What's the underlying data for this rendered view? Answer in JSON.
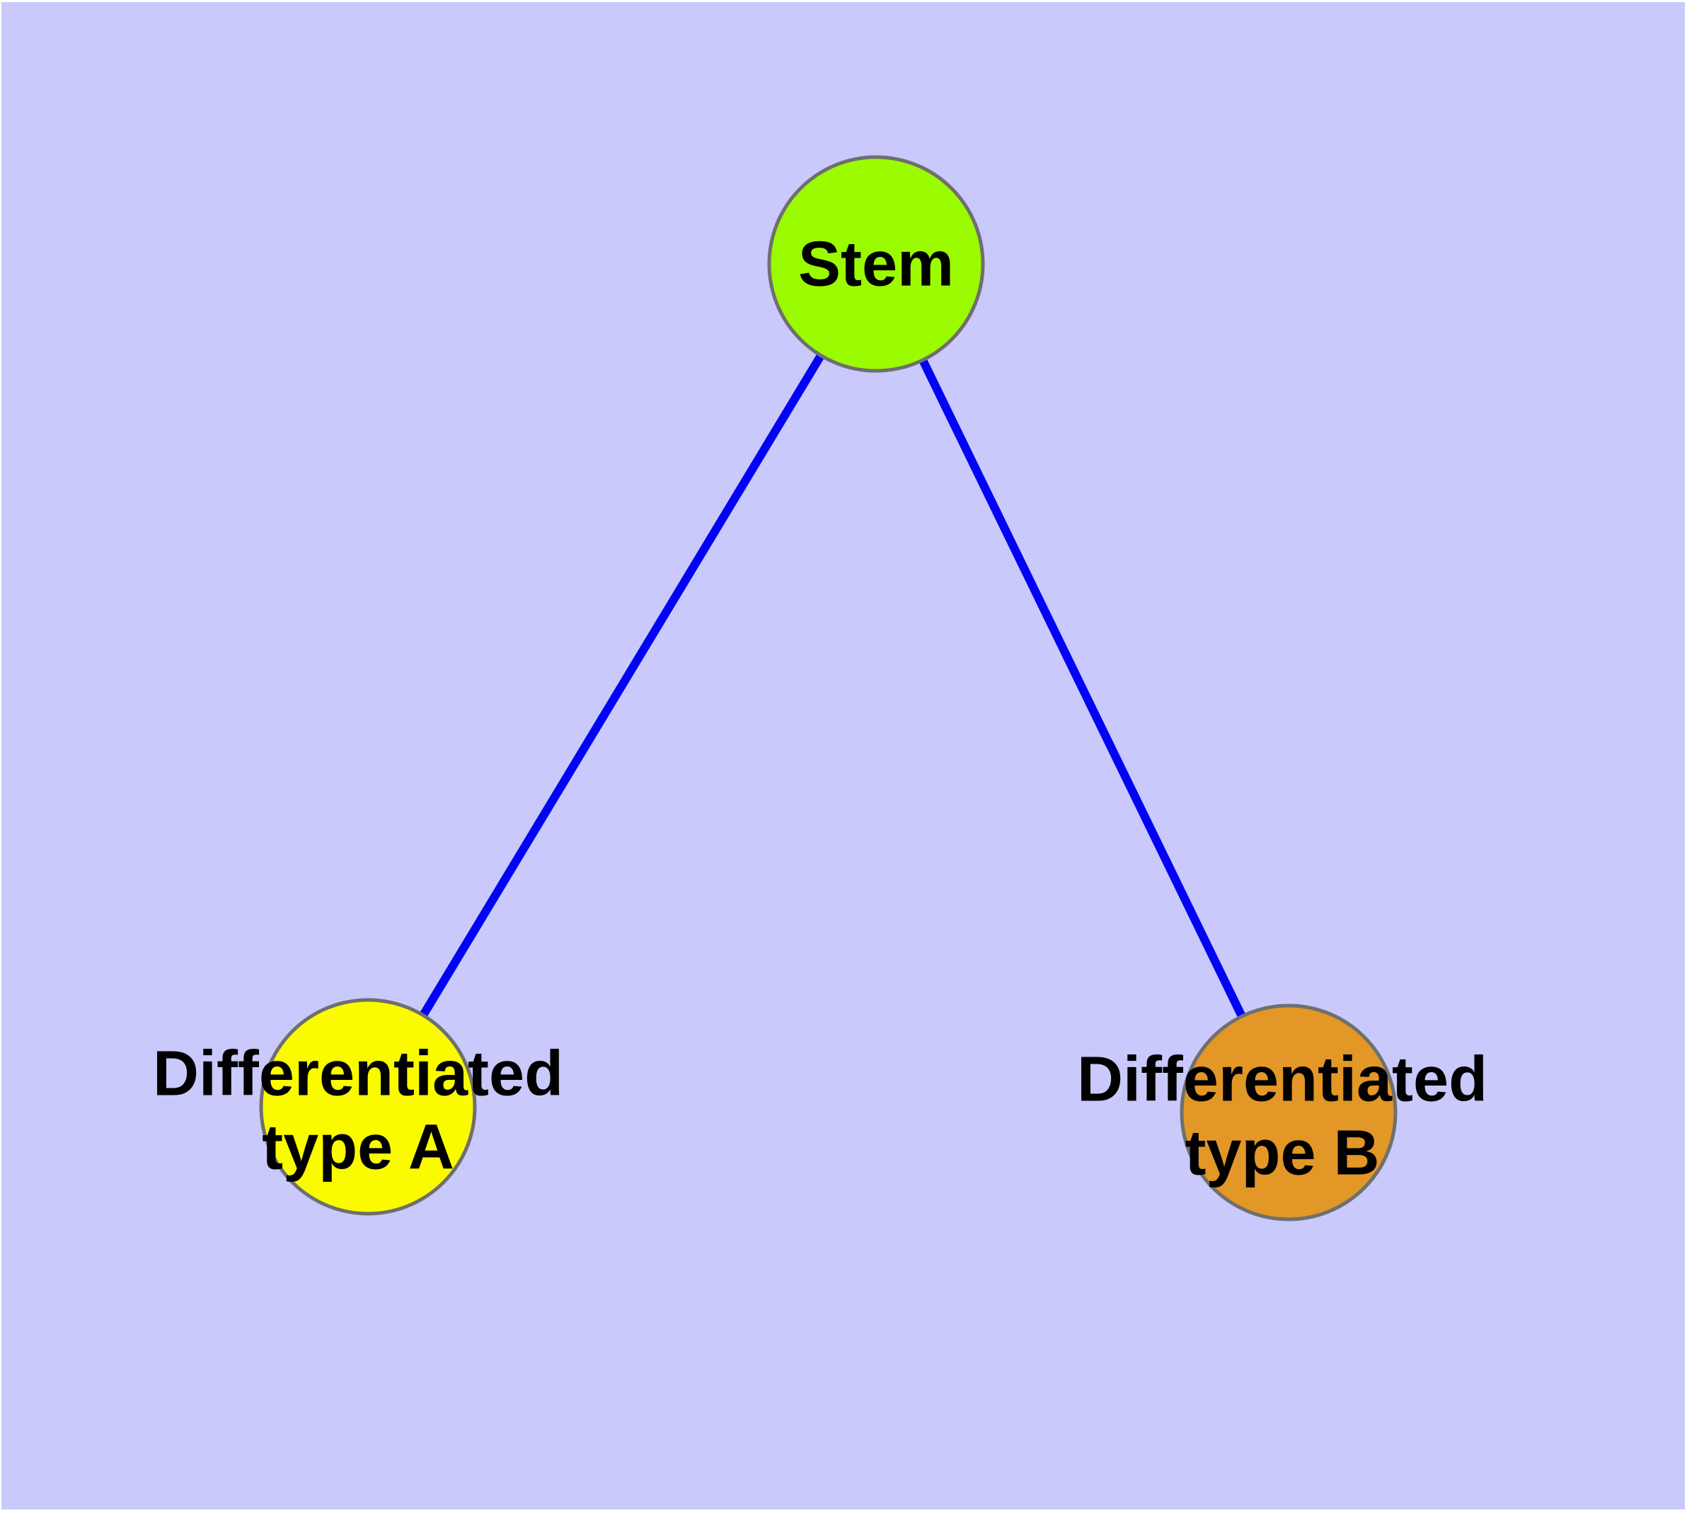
{
  "diagram": {
    "background_color": "#C9C9FB",
    "frame_color": "#FFFFFF",
    "node_border_color": "#6F6F6F",
    "label_color": "#000000",
    "edge_color": "#0202F5",
    "nodes": {
      "stem": {
        "label": "Stem",
        "fill": "#9BFB00"
      },
      "type_a": {
        "label": "Differentiated\ntype A",
        "fill": "#FBFB00"
      },
      "type_b": {
        "label": "Differentiated\ntype B",
        "fill": "#E29727"
      }
    },
    "edges": [
      {
        "from": "stem",
        "to": "type_a"
      },
      {
        "from": "stem",
        "to": "type_b"
      }
    ]
  }
}
